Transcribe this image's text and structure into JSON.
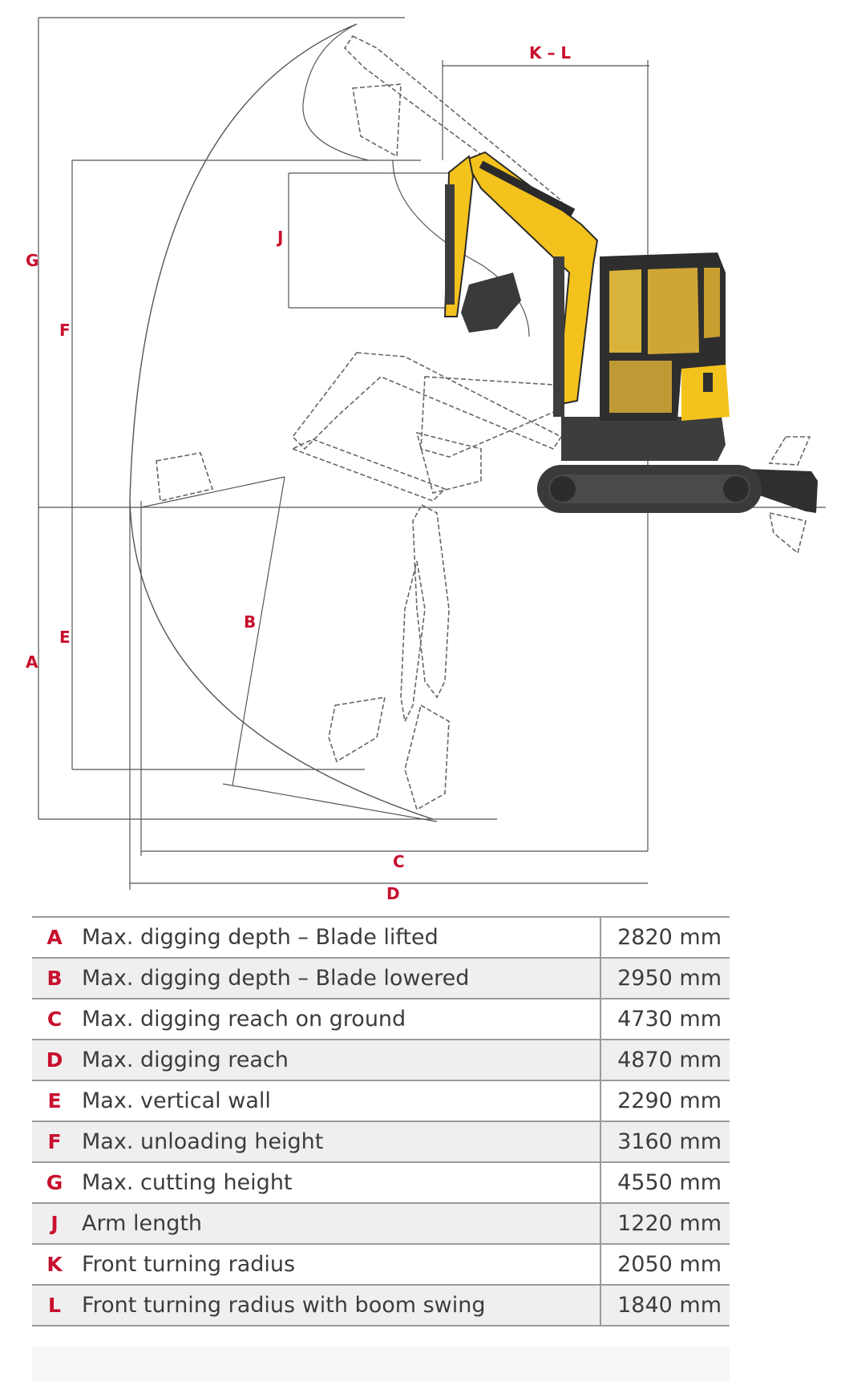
{
  "diagram": {
    "dimension_labels": {
      "G": "G",
      "F": "F",
      "J": "J",
      "KL": "K – L",
      "A": "A",
      "E": "E",
      "B": "B",
      "C": "C",
      "D": "D"
    }
  },
  "specs": [
    {
      "letter": "A",
      "label": "Max. digging depth – Blade lifted",
      "value": "2820 mm"
    },
    {
      "letter": "B",
      "label": "Max. digging depth – Blade lowered",
      "value": "2950 mm"
    },
    {
      "letter": "C",
      "label": "Max. digging reach on ground",
      "value": "4730 mm"
    },
    {
      "letter": "D",
      "label": "Max. digging reach",
      "value": "4870 mm"
    },
    {
      "letter": "E",
      "label": "Max. vertical wall",
      "value": "2290 mm"
    },
    {
      "letter": "F",
      "label": "Max. unloading height",
      "value": "3160 mm"
    },
    {
      "letter": "G",
      "label": "Max. cutting height",
      "value": "4550 mm"
    },
    {
      "letter": "J",
      "label": "Arm length",
      "value": "1220 mm"
    },
    {
      "letter": "K",
      "label": "Front turning radius",
      "value": "2050 mm"
    },
    {
      "letter": "L",
      "label": "Front turning radius with boom swing",
      "value": "1840 mm"
    }
  ],
  "colors": {
    "accent_red": "#c8102e",
    "machine_yellow": "#f4c21c",
    "machine_dark": "#3d3d3d",
    "line_gray": "#555555"
  }
}
